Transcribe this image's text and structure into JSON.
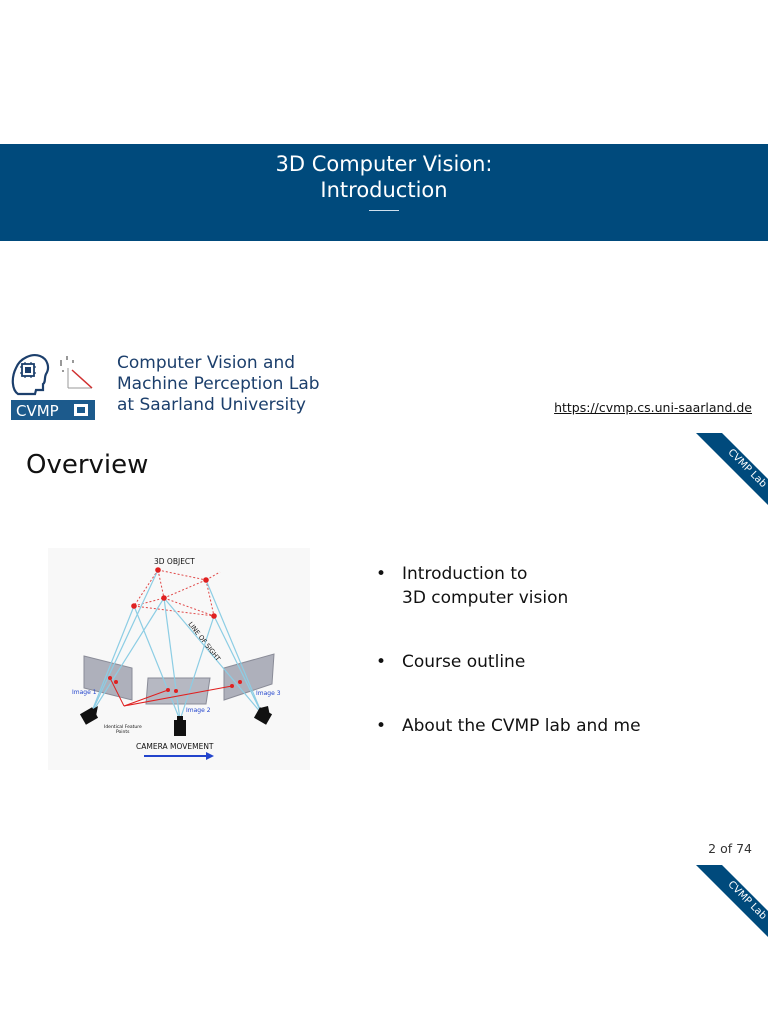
{
  "title": {
    "line1": "3D Computer Vision:",
    "line2": "Introduction"
  },
  "lab": {
    "logo_text": "CVMP",
    "name_lines": [
      "Computer Vision and",
      "Machine Perception Lab",
      "at Saarland University"
    ],
    "url": "https://cvmp.cs.uni-saarland.de"
  },
  "ribbon_label": "CVMP Lab",
  "heading": "Overview",
  "diagram": {
    "object_label": "3D OBJECT",
    "sight_label": "LINE OF SIGHT",
    "image_labels": [
      "Image 1",
      "Image 2",
      "Image 3"
    ],
    "feature_label_line1": "Identical Feature",
    "feature_label_line2": "Points",
    "movement_label": "CAMERA MOVEMENT"
  },
  "bullets": [
    {
      "symbol": "•",
      "text": "Introduction to\n3D computer vision"
    },
    {
      "symbol": "•",
      "text": "Course outline"
    },
    {
      "symbol": "•",
      "text": "About the CVMP lab and me"
    }
  ],
  "page_number": "2 of 74",
  "colors": {
    "brand_blue": "#004a7c",
    "lab_text": "#1c3f6c",
    "sight_lines": "#8ccde4",
    "feature_points": "#e02020"
  }
}
